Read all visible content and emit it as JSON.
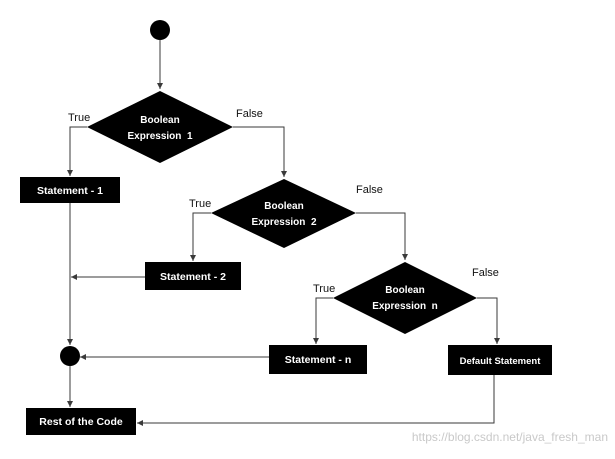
{
  "diagram": {
    "nodes": {
      "start": {
        "type": "start-terminal"
      },
      "decision1": {
        "line1": "Boolean",
        "line2": "Expression  1"
      },
      "decision2": {
        "line1": "Boolean",
        "line2": "Expression  2"
      },
      "decisionN": {
        "line1": "Boolean",
        "line2": "Expression  n"
      },
      "statement1": {
        "label": "Statement - 1"
      },
      "statement2": {
        "label": "Statement - 2"
      },
      "statementN": {
        "label": "Statement - n"
      },
      "defaultStatement": {
        "label": "Default Statement"
      },
      "merge": {
        "type": "merge-point"
      },
      "rest": {
        "label": "Rest of the Code"
      }
    },
    "edges": {
      "d1_true": "True",
      "d1_false": "False",
      "d2_true": "True",
      "d2_false": "False",
      "dn_true": "True",
      "dn_false": "False"
    }
  },
  "watermark": {
    "text": "https://blog.csdn.net/java_fresh_man"
  },
  "colors": {
    "node_fill": "#000000",
    "node_text": "#ffffff",
    "line": "#3a3a3a",
    "background": "#ffffff"
  }
}
